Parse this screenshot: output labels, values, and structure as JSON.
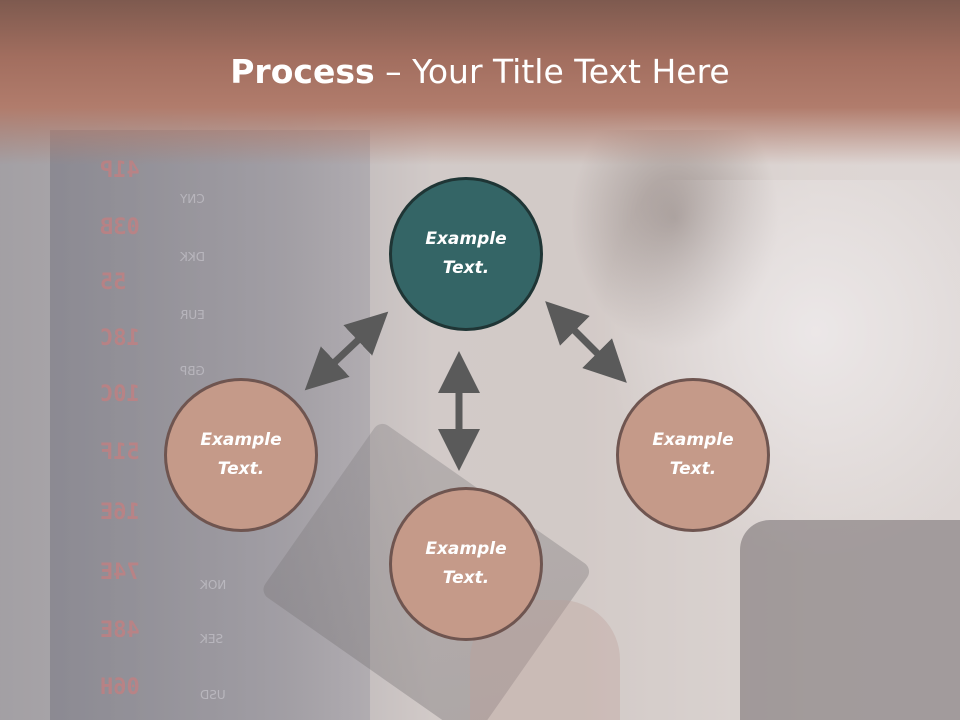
{
  "slide": {
    "title_bold": "Process",
    "title_rest": " – Your Title Text Here"
  },
  "nodes": {
    "top": "Example Text.",
    "left": "Example Text.",
    "right": "Example Text.",
    "bottom": "Example Text."
  },
  "background": {
    "board_numbers": [
      "41P",
      "03B",
      "55",
      "18C",
      "10C",
      "51F",
      "16E",
      "74E",
      "48E",
      "06H"
    ],
    "board_labels": [
      "CNY",
      "DKK",
      "EUR",
      "GBP",
      "NOK",
      "SEK",
      "USD"
    ]
  },
  "colors": {
    "title_band": "#a26e5f",
    "accent_teal": "#346566",
    "node_rose": "#c59a89",
    "arrow": "#5a5a5a"
  },
  "icons": {
    "arrows": "double-headed-arrow"
  }
}
